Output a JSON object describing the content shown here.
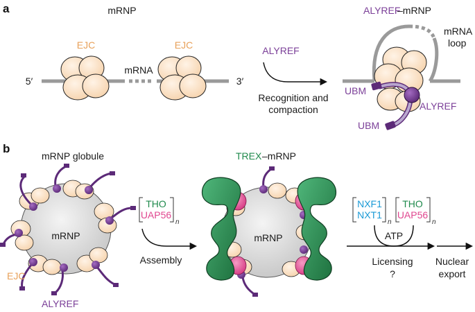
{
  "panel_a": {
    "label": "a",
    "title": "mRNP",
    "ejc_left": "EJC",
    "ejc_right": "EJC",
    "mrna": "mRNA",
    "five_prime": "5′",
    "three_prime": "3′",
    "alyref_input": "ALYREF",
    "arrow_line1": "Recognition and",
    "arrow_line2": "compaction",
    "product_title_a": "ALYREF",
    "product_title_b": "–mRNP",
    "mrna_loop_1": "mRNA",
    "mrna_loop_2": "loop",
    "ubm_top": "UBM",
    "ubm_bottom": "UBM",
    "alyref_label": "ALYREF"
  },
  "panel_b": {
    "label": "b",
    "globule_title": "mRNP globule",
    "globule_center": "mRNP",
    "ejc": "EJC",
    "alyref": "ALYREF",
    "tho": "THO",
    "uap56": "UAP56",
    "n": "n",
    "assembly": "Assembly",
    "trex_title_a": "TREX",
    "trex_title_b": "–mRNP",
    "trex_center": "mRNP",
    "nxf1": "NXF1",
    "nxt1": "NXT1",
    "tho2": "THO",
    "uap56_2": "UAP56",
    "atp": "ATP",
    "licensing": "Licensing",
    "question": "?",
    "nuclear": "Nuclear",
    "export": "export"
  },
  "colors": {
    "ejc": "#fbe3c8",
    "ejc_text": "#e8a15a",
    "alyref": "#7b3f98",
    "tho": "#1f8a4c",
    "uap56": "#e0468f",
    "nxf1": "#1a9ad6",
    "mrna_line": "#9a9a9a"
  }
}
